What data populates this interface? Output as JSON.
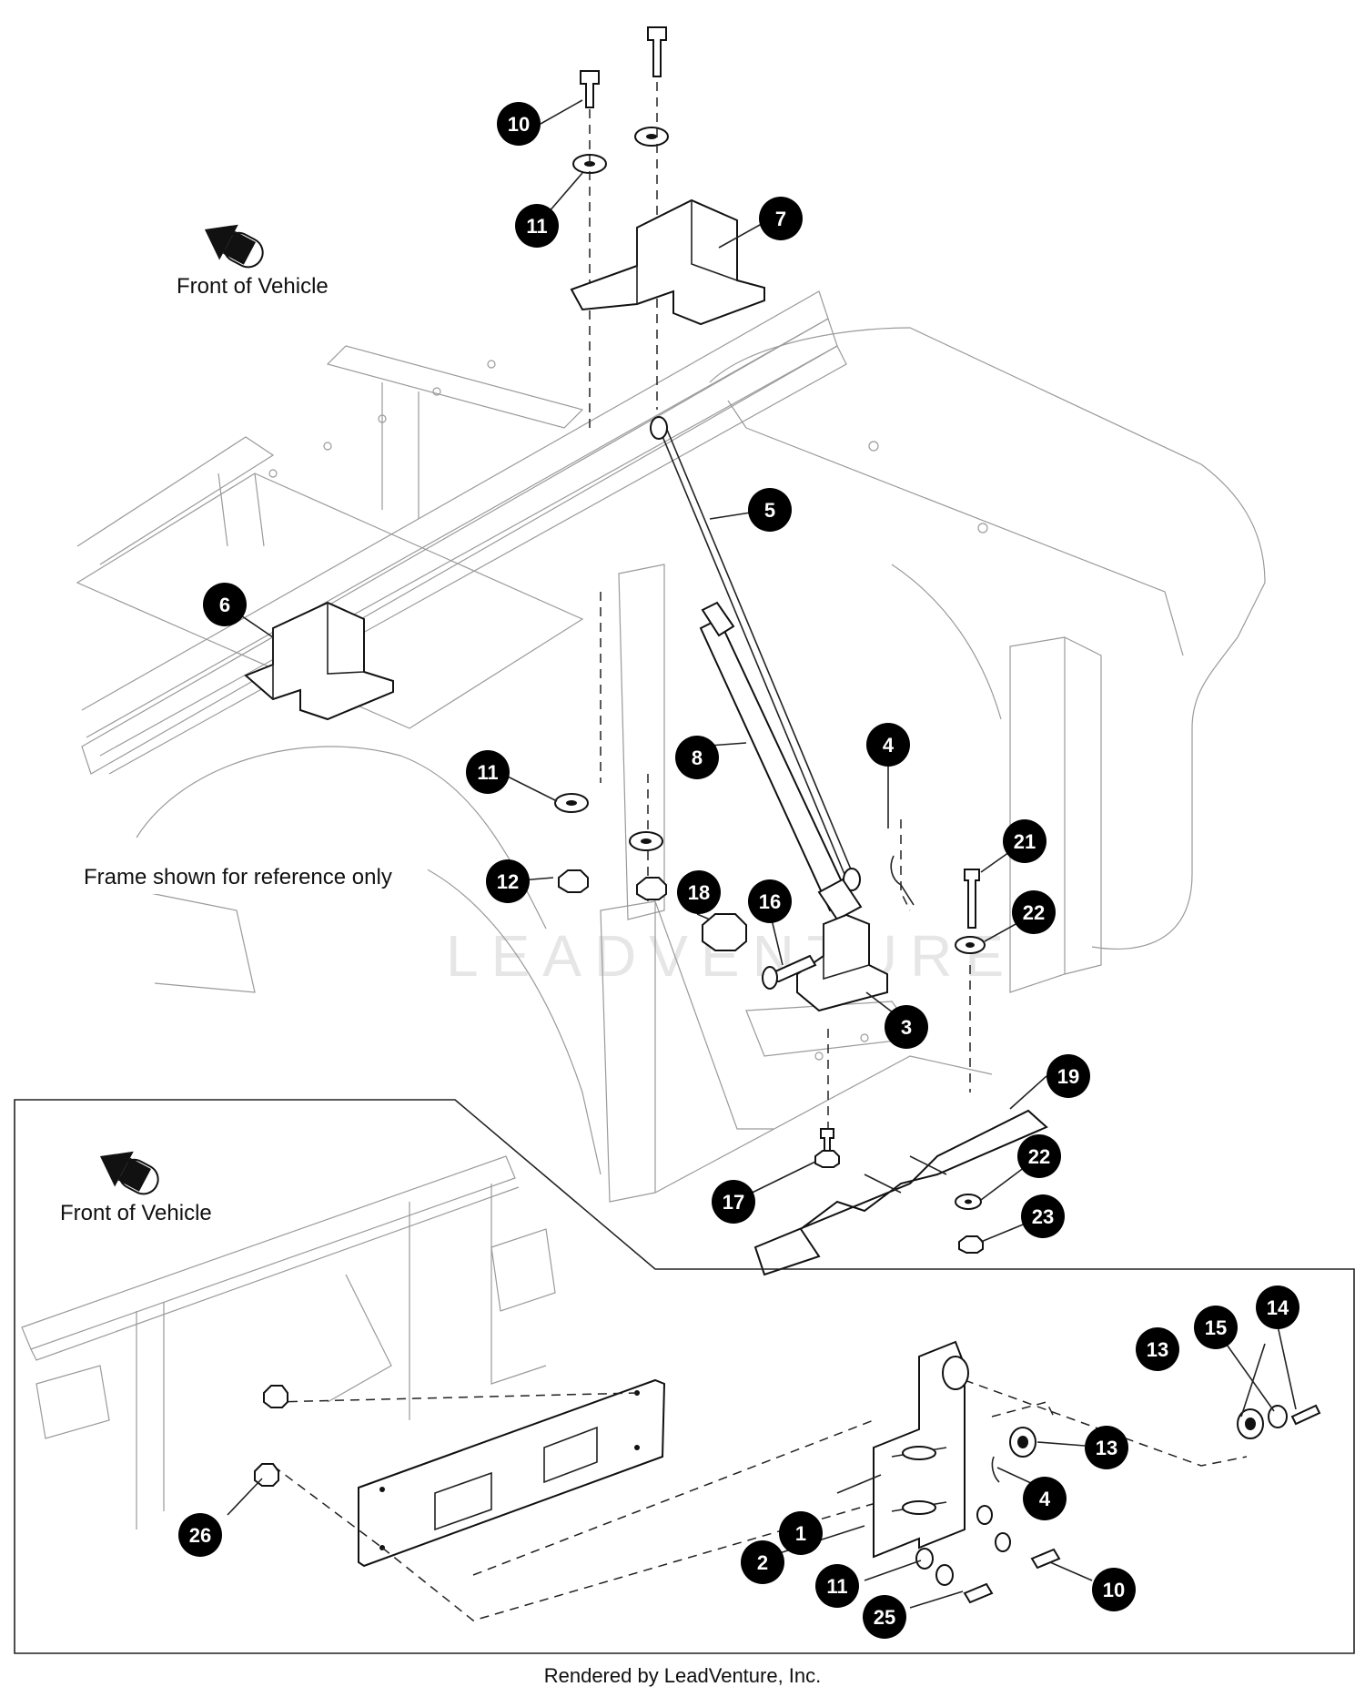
{
  "labels": {
    "front_top": "Front of Vehicle",
    "front_inset": "Front of Vehicle",
    "frame_note": "Frame shown for reference only",
    "footer": "Rendered by LeadVenture, Inc.",
    "watermark": "LEADVENTURE"
  },
  "callouts": [
    "10",
    "11",
    "7",
    "5",
    "6",
    "11",
    "12",
    "8",
    "4",
    "18",
    "16",
    "21",
    "22",
    "3",
    "19",
    "22",
    "17",
    "23",
    "13",
    "15",
    "14",
    "13",
    "4",
    "1",
    "2",
    "11",
    "10",
    "25",
    "26"
  ]
}
